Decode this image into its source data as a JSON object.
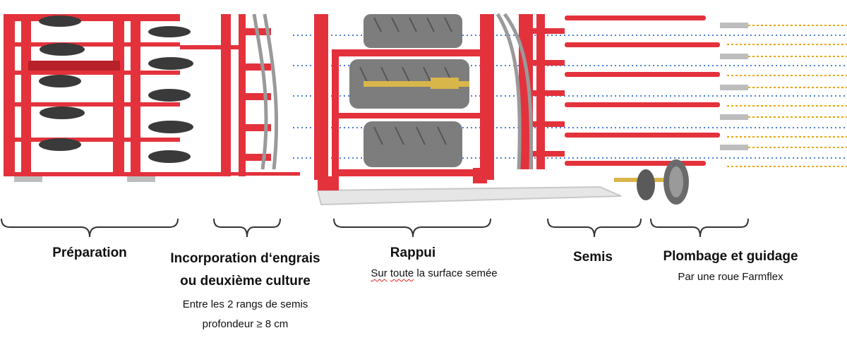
{
  "sections": {
    "preparation": {
      "title": "Préparation"
    },
    "incorporation": {
      "title_line1": "Incorporation d‘engrais",
      "title_line2": "ou deuxième culture",
      "sub_line1": "Entre les 2 rangs de semis",
      "sub_line2": "profondeur ≥ 8 cm"
    },
    "rappui": {
      "title": "Rappui",
      "sub_prefix": "Sur",
      "sub_word": "toute",
      "sub_rest": " la surface semée"
    },
    "semis": {
      "title": "Semis"
    },
    "plombage": {
      "title": "Plombage et guidage",
      "sub": "Par une roue Farmflex"
    }
  },
  "colors": {
    "frame_red": "#e3323c",
    "frame_dark_red": "#b8202a",
    "disc_dark": "#3a3a3a",
    "tire_gray": "#7d7d7d",
    "roller_light": "#e6e6e6",
    "seed_line_blue": "#4a7fd6",
    "row_line_orange": "#e8a800",
    "hose_gray": "#9a9a9a",
    "brass": "#d9b64a"
  }
}
